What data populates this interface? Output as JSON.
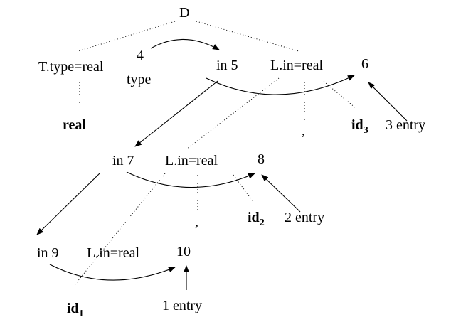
{
  "root": "D",
  "nodes": {
    "t_type": "T.type=real",
    "n4": "4",
    "type_label": "type",
    "in5": "in 5",
    "l_in_top": "L.in=real",
    "n6": "6",
    "real": "real",
    "comma_top": ",",
    "id3": "id",
    "id3_sub": "3",
    "entry3": "3 entry",
    "in7": "in 7",
    "l_in_mid": "L.in=real",
    "n8": "8",
    "comma_mid": ",",
    "id2": "id",
    "id2_sub": "2",
    "entry2": "2 entry",
    "in9": "in 9",
    "l_in_bot": "L.in=real",
    "n10": "10",
    "id1": "id",
    "id1_sub": "1",
    "entry1": "1 entry"
  }
}
